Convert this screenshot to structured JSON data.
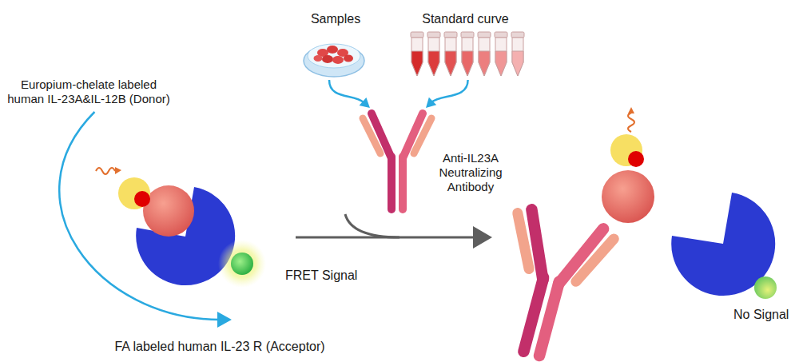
{
  "diagram": {
    "nodes": [
      {
        "text": [
          "Samples"
        ]
      },
      {
        "text": [
          "Standard curve"
        ]
      },
      {
        "text": [
          "Anti-IL23A Neutralizing Antibody"
        ]
      },
      {
        "text": [
          "Europium-chelate labeled human IL-23A&IL-12B (Donor)"
        ]
      },
      {
        "text": [
          "FA labeled human IL-23 R (Acceptor)"
        ]
      }
    ],
    "edges": [
      {
        "from": 0,
        "to": 2,
        "arrow": "to"
      },
      {
        "from": 1,
        "to": 2,
        "arrow": "to"
      },
      {
        "from": 3,
        "to": 4,
        "arrow": "to"
      }
    ],
    "labels": [
      "FRET Signal",
      "No Signal"
    ]
  }
}
